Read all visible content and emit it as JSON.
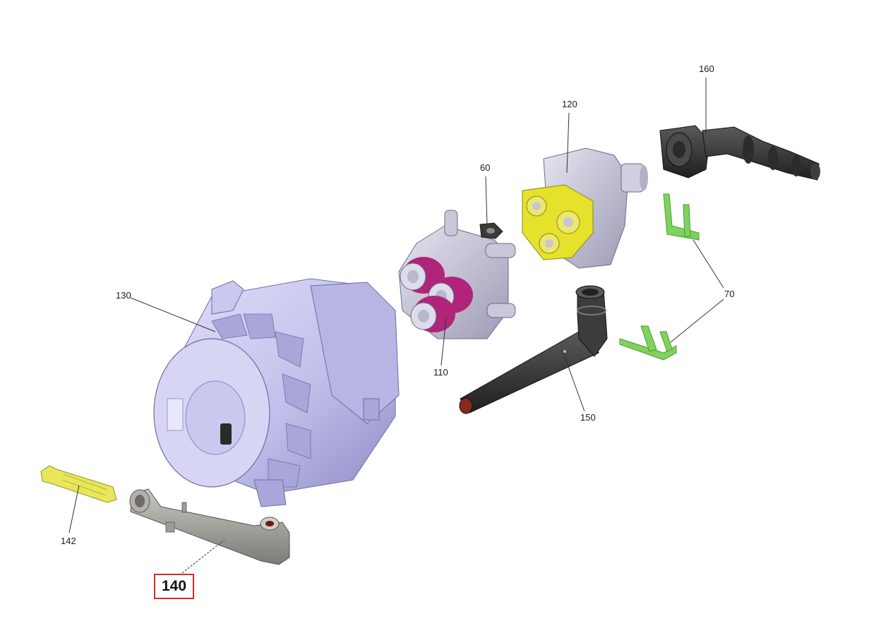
{
  "diagram": {
    "callouts": {
      "c160": "160",
      "c120": "120",
      "c60": "60",
      "c70": "70",
      "c110": "110",
      "c130": "130",
      "c150": "150",
      "c142": "142",
      "c140": "140"
    },
    "highlighted_part": "140",
    "colors": {
      "motor": "#c3c1ec",
      "motor_shade": "#9c99cf",
      "cylinder_head": "#c8c7d8",
      "valve_block": "#e6e12a",
      "piston_ring": "#b0247a",
      "clip": "#7fd35c",
      "hose": "#3b3b3b",
      "outlet_pipe": "#a5a39c",
      "filter": "#e8e65a",
      "highlight_border": "#d22b2b"
    }
  }
}
